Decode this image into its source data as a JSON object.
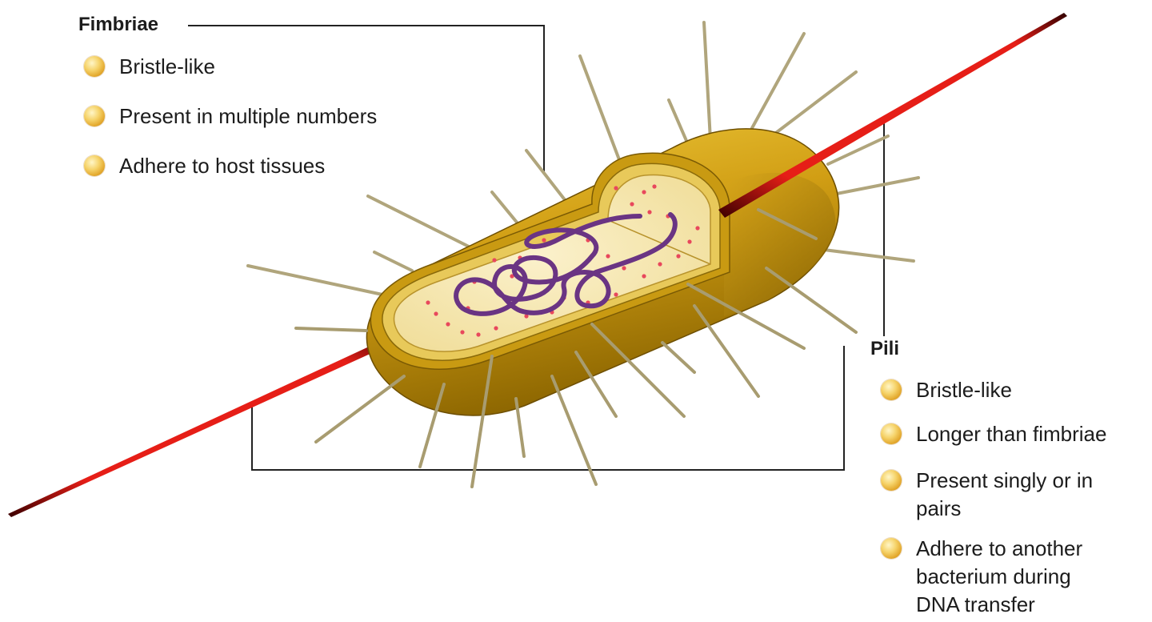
{
  "fimbriae": {
    "heading": "Fimbriae",
    "items": [
      {
        "label": "Bristle-like"
      },
      {
        "label": "Present in multiple numbers"
      },
      {
        "label": "Adhere to host tissues"
      }
    ]
  },
  "pili": {
    "heading": "Pili",
    "items": [
      {
        "label": "Bristle-like"
      },
      {
        "label": "Longer than fimbriae"
      },
      {
        "label": "Present singly or in\npairs"
      },
      {
        "label": "Adhere to another\nbacterium during\nDNA transfer"
      }
    ]
  },
  "colors": {
    "capsule_dark": "#8a6400",
    "capsule_mid": "#c9950b",
    "capsule_light": "#e3bc32",
    "cytoplasm": "#f7e8b0",
    "dna": "#6a3483",
    "ribosome": "#e8485c",
    "pilus": "#e61e17",
    "fimbria": "#c8bd95",
    "bullet": "#f2c24f"
  },
  "icons": {
    "bullet": "gold-sphere-bullet-icon"
  }
}
